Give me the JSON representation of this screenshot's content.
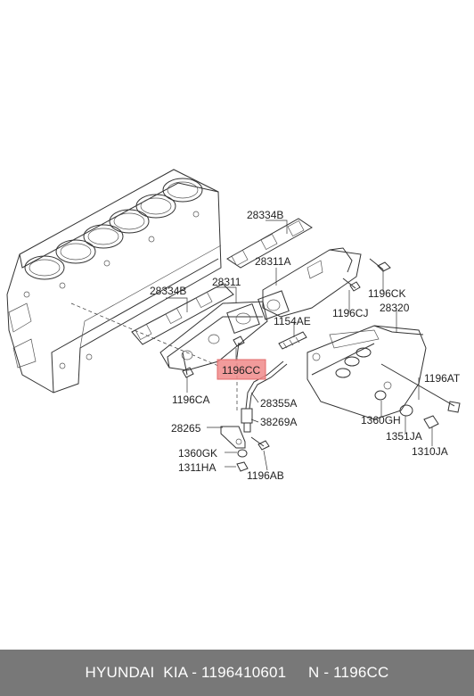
{
  "labels": {
    "p28334B_top": "28334B",
    "p28311A": "28311A",
    "p28334B_left": "28334B",
    "p28311": "28311",
    "p1196CK": "1196CK",
    "p1196CJ": "1196CJ",
    "p28320": "28320",
    "p1154AE": "1154AE",
    "p1196CC": "1196CC",
    "p1196AT": "1196AT",
    "p1196CA": "1196CA",
    "p28355A": "28355A",
    "p1360GH": "1360GH",
    "p38269A": "38269A",
    "p28265": "28265",
    "p1351JA": "1351JA",
    "p1310JA": "1310JA",
    "p1360GK": "1360GK",
    "p1311HA": "1311HA",
    "p1196AB": "1196AB"
  },
  "highlight_color": "#f08a8a",
  "footer": {
    "text": "HYUNDAI  KIA - 1196410601     N - 1196CC"
  }
}
